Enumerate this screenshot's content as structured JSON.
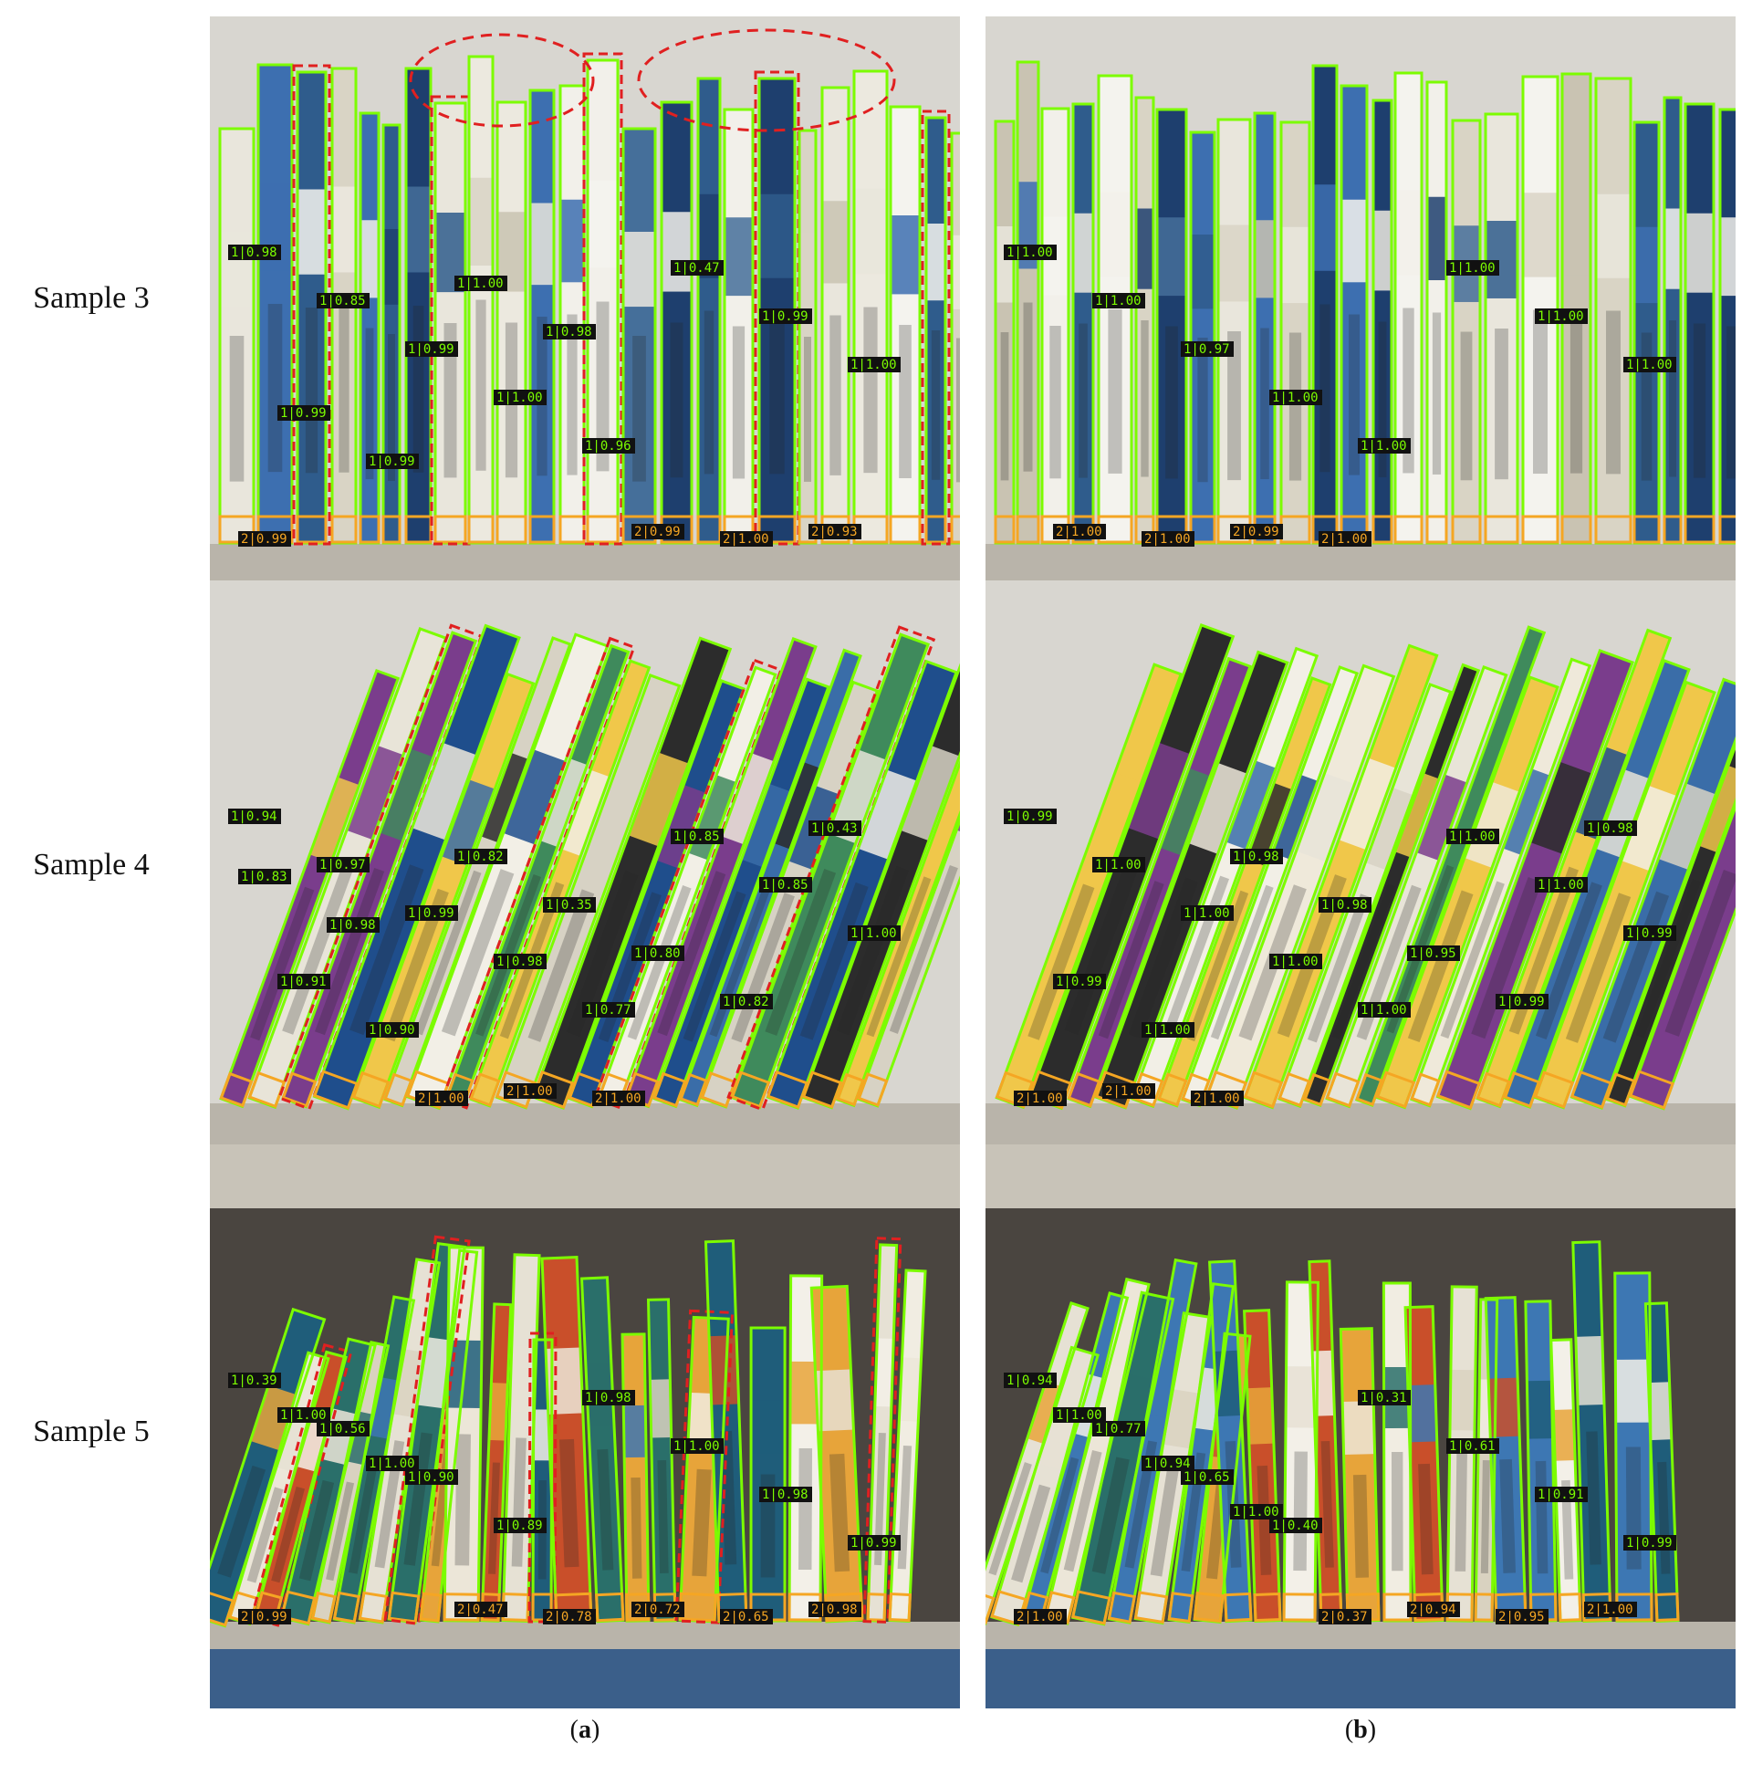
{
  "rows": [
    {
      "label": "Sample 3"
    },
    {
      "label": "Sample 4"
    },
    {
      "label": "Sample 5"
    }
  ],
  "columns": [
    {
      "label": "a"
    },
    {
      "label": "b"
    }
  ],
  "colors": {
    "box_green": "#7CFC00",
    "box_orange": "#F5A623",
    "miss_red": "#E02020",
    "tag_bg": "#111111",
    "tag_text_green": "#7CFC00",
    "tag_text_orange": "#F5A623"
  },
  "scores": {
    "s3a": [
      "1|0.98",
      "1|0.85",
      "1|0.99",
      "1|1.00",
      "1|0.96",
      "1|0.47",
      "1|0.99",
      "1|1.00",
      "1|0.99",
      "1|0.99",
      "1|1.00",
      "1|0.98",
      "2|0.99",
      "2|1.00",
      "2|0.93",
      "2|0.99"
    ],
    "s3b": [
      "1|1.00",
      "1|1.00",
      "1|0.97",
      "1|1.00",
      "1|1.00",
      "1|1.00",
      "1|1.00",
      "1|1.00",
      "2|1.00",
      "2|1.00",
      "2|0.99",
      "2|1.00"
    ],
    "s4a": [
      "1|0.94",
      "1|0.97",
      "1|0.99",
      "1|0.98",
      "1|0.77",
      "1|0.85",
      "1|0.85",
      "1|1.00",
      "1|0.91",
      "1|0.90",
      "1|0.82",
      "1|0.35",
      "1|0.80",
      "1|0.82",
      "1|0.43",
      "1|0.83",
      "1|0.98",
      "2|1.00",
      "2|1.00",
      "2|1.00"
    ],
    "s4b": [
      "1|0.99",
      "1|1.00",
      "1|1.00",
      "1|1.00",
      "1|1.00",
      "1|1.00",
      "1|1.00",
      "1|0.99",
      "1|0.99",
      "1|1.00",
      "1|0.98",
      "1|0.98",
      "1|0.95",
      "1|0.99",
      "1|0.98",
      "2|1.00",
      "2|1.00",
      "2|1.00"
    ],
    "s5a": [
      "1|0.39",
      "1|0.56",
      "1|0.90",
      "1|0.89",
      "1|0.98",
      "1|1.00",
      "1|0.98",
      "1|0.99",
      "1|1.00",
      "1|1.00",
      "2|0.47",
      "2|0.78",
      "2|0.72",
      "2|0.65",
      "2|0.98",
      "2|0.99"
    ],
    "s5b": [
      "1|0.94",
      "1|0.77",
      "1|0.65",
      "1|0.40",
      "1|0.31",
      "1|0.61",
      "1|0.91",
      "1|0.99",
      "1|1.00",
      "1|0.94",
      "1|1.00",
      "2|0.37",
      "2|0.94",
      "2|0.95",
      "2|1.00",
      "2|1.00"
    ]
  }
}
